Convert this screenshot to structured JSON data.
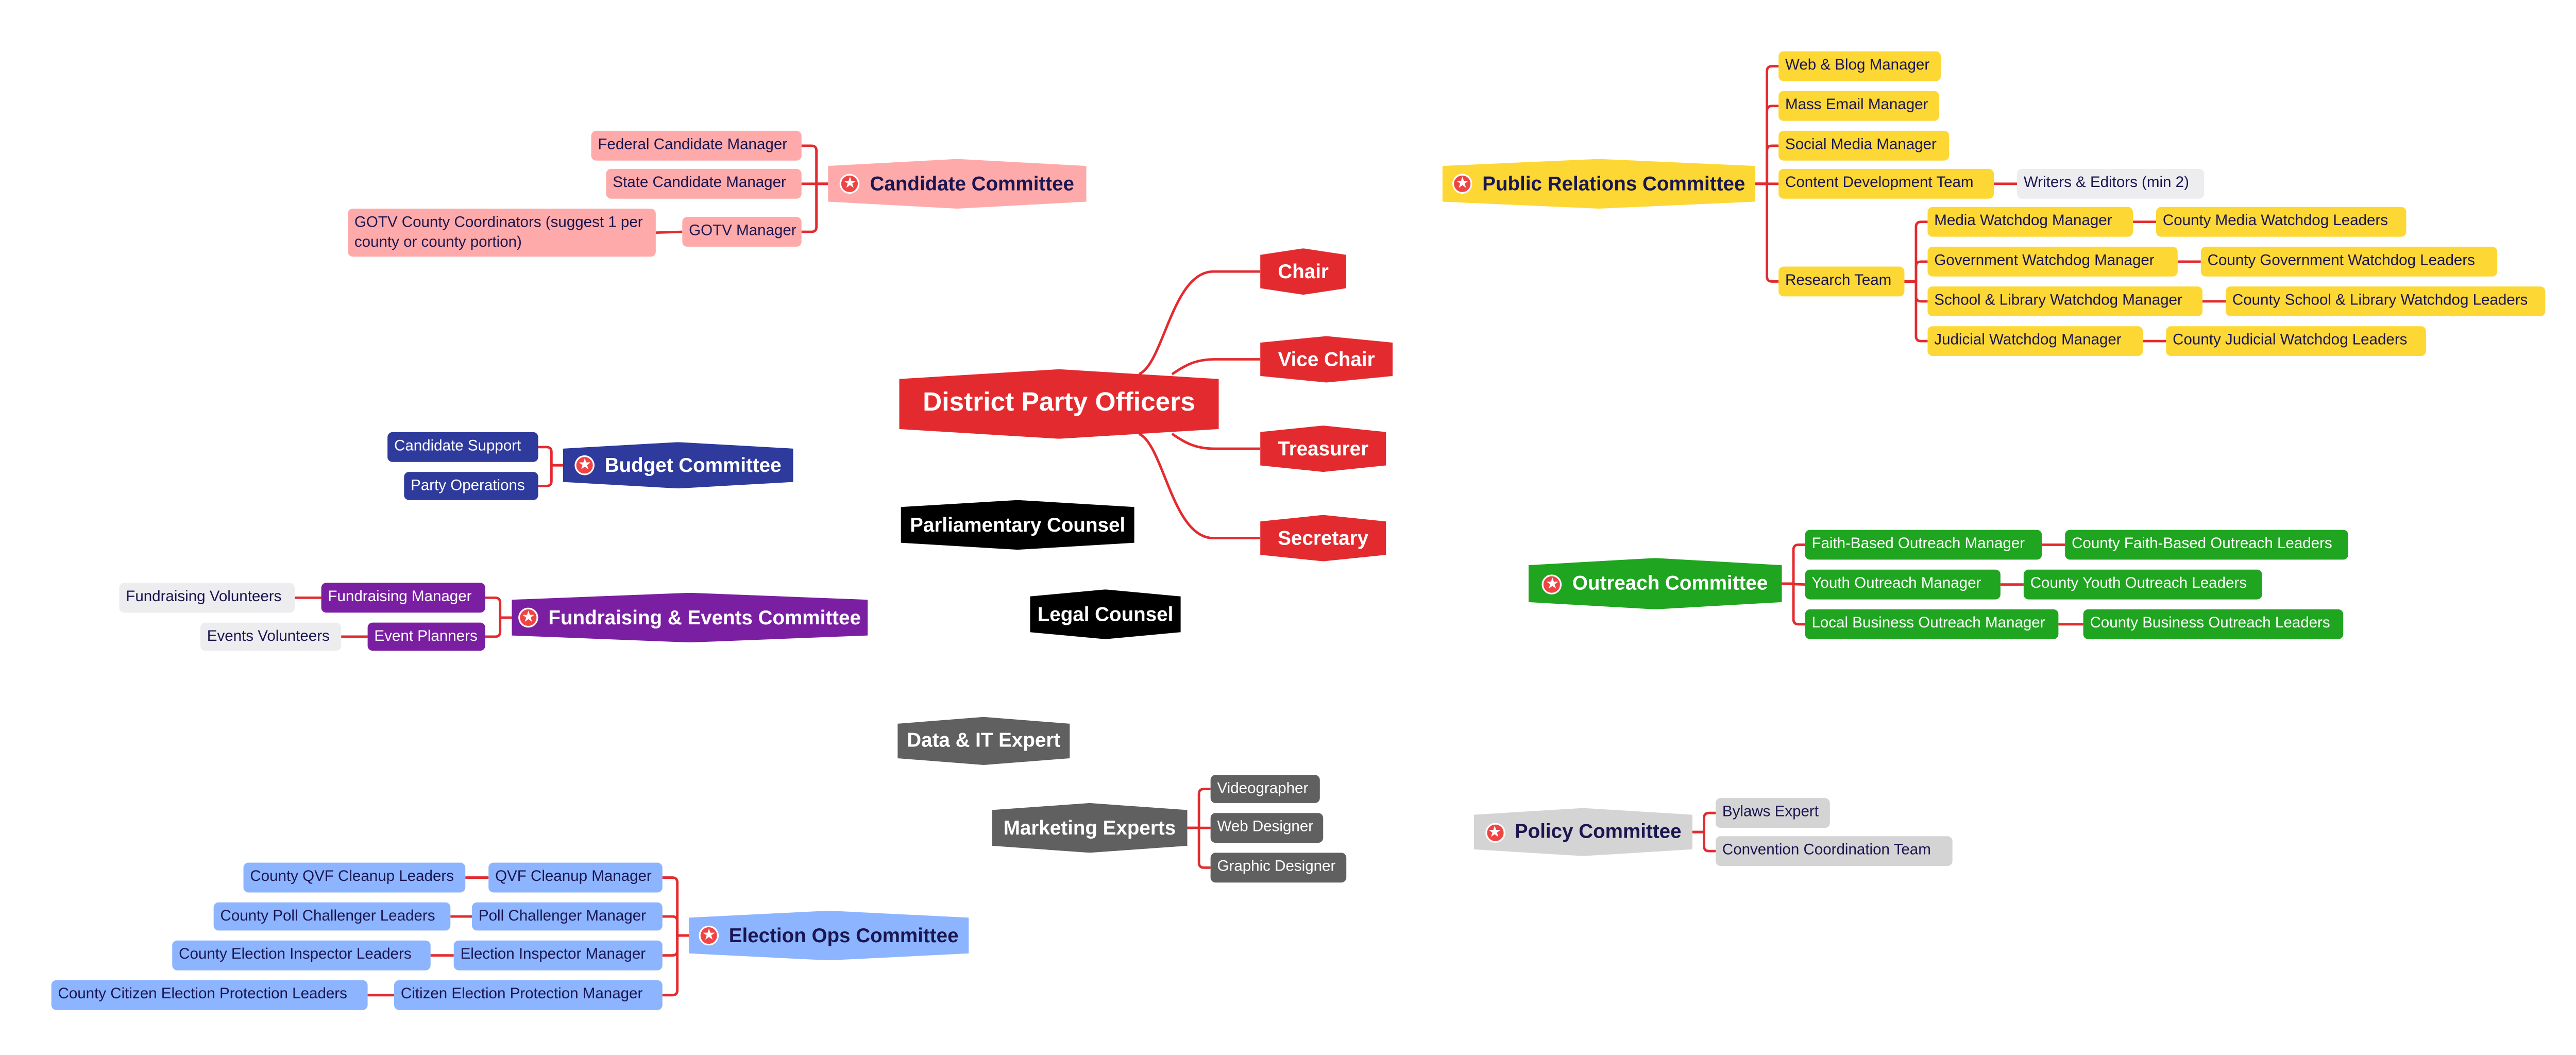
{
  "central": {
    "title": "District Party Officers",
    "officers": [
      "Chair",
      "Vice Chair",
      "Treasurer",
      "Secretary"
    ]
  },
  "standalone": {
    "parliamentary": "Parliamentary Counsel",
    "legal": "Legal Counsel",
    "data_it": "Data & IT Expert"
  },
  "marketing": {
    "title": "Marketing Experts",
    "members": [
      "Videographer",
      "Web Designer",
      "Graphic Designer"
    ]
  },
  "candidate": {
    "title": "Candidate Committee",
    "managers": [
      "Federal Candidate Manager",
      "State Candidate Manager",
      "GOTV Manager"
    ],
    "gotv_coordinators": "GOTV County Coordinators (suggest 1 per county or county portion)"
  },
  "budget": {
    "title": "Budget Committee",
    "items": [
      "Candidate Support",
      "Party Operations"
    ]
  },
  "fundraising": {
    "title": "Fundraising & Events Committee",
    "managers": [
      "Fundraising Manager",
      "Event Planners"
    ],
    "volunteers": [
      "Fundraising Volunteers",
      "Events Volunteers"
    ]
  },
  "election_ops": {
    "title": "Election Ops Committee",
    "managers": [
      "QVF Cleanup Manager",
      "Poll Challenger Manager",
      "Election Inspector Manager",
      "Citizen Election Protection Manager"
    ],
    "leaders": [
      "County QVF Cleanup Leaders",
      "County Poll Challenger Leaders",
      "County Election Inspector Leaders",
      "County Citizen Election Protection Leaders"
    ]
  },
  "public_relations": {
    "title": "Public Relations Committee",
    "members": [
      "Web & Blog Manager",
      "Mass Email Manager",
      "Social Media Manager",
      "Content Development Team",
      "Research Team"
    ],
    "writers": "Writers & Editors (min 2)",
    "watchdog_managers": [
      "Media Watchdog Manager",
      "Government Watchdog Manager",
      "School & Library Watchdog Manager",
      "Judicial Watchdog Manager"
    ],
    "watchdog_leaders": [
      "County Media Watchdog Leaders",
      "County Government Watchdog Leaders",
      "County School & Library Watchdog Leaders",
      "County Judicial Watchdog Leaders"
    ]
  },
  "outreach": {
    "title": "Outreach Committee",
    "managers": [
      "Faith-Based Outreach Manager",
      "Youth Outreach Manager",
      "Local Business Outreach Manager"
    ],
    "leaders": [
      "County Faith-Based Outreach Leaders",
      "County Youth Outreach Leaders",
      "County Business Outreach Leaders"
    ]
  },
  "policy": {
    "title": "Policy Committee",
    "members": [
      "Bylaws Expert",
      "Convention Coordination Team"
    ]
  },
  "colors": {
    "connector": "#e32b2f",
    "officers": "#e32b2f",
    "candidate": "#ffaaaa",
    "budget": "#2e3a9c",
    "fundraising": "#7a1fa2",
    "election_ops": "#8cb4ff",
    "public_relations": "#fdd835",
    "outreach": "#1fa51f",
    "policy": "#d4d4d4"
  }
}
